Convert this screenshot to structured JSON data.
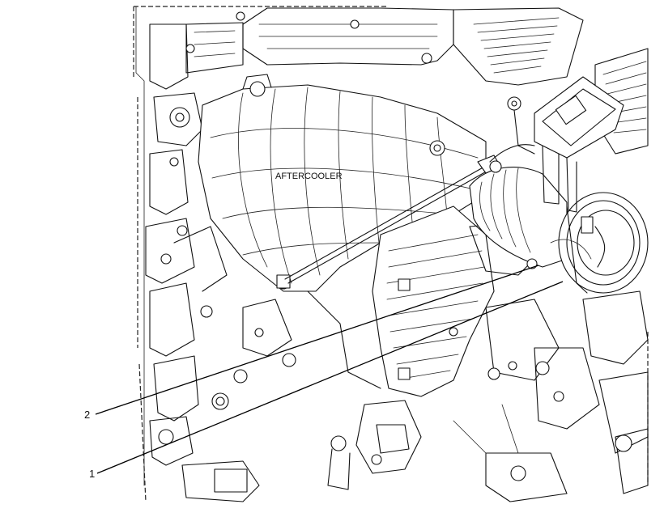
{
  "diagram": {
    "labels": {
      "component": "AFTERCOOLER",
      "callout_1": "1",
      "callout_2": "2"
    },
    "colors": {
      "line": "#111111",
      "background": "#ffffff"
    }
  }
}
